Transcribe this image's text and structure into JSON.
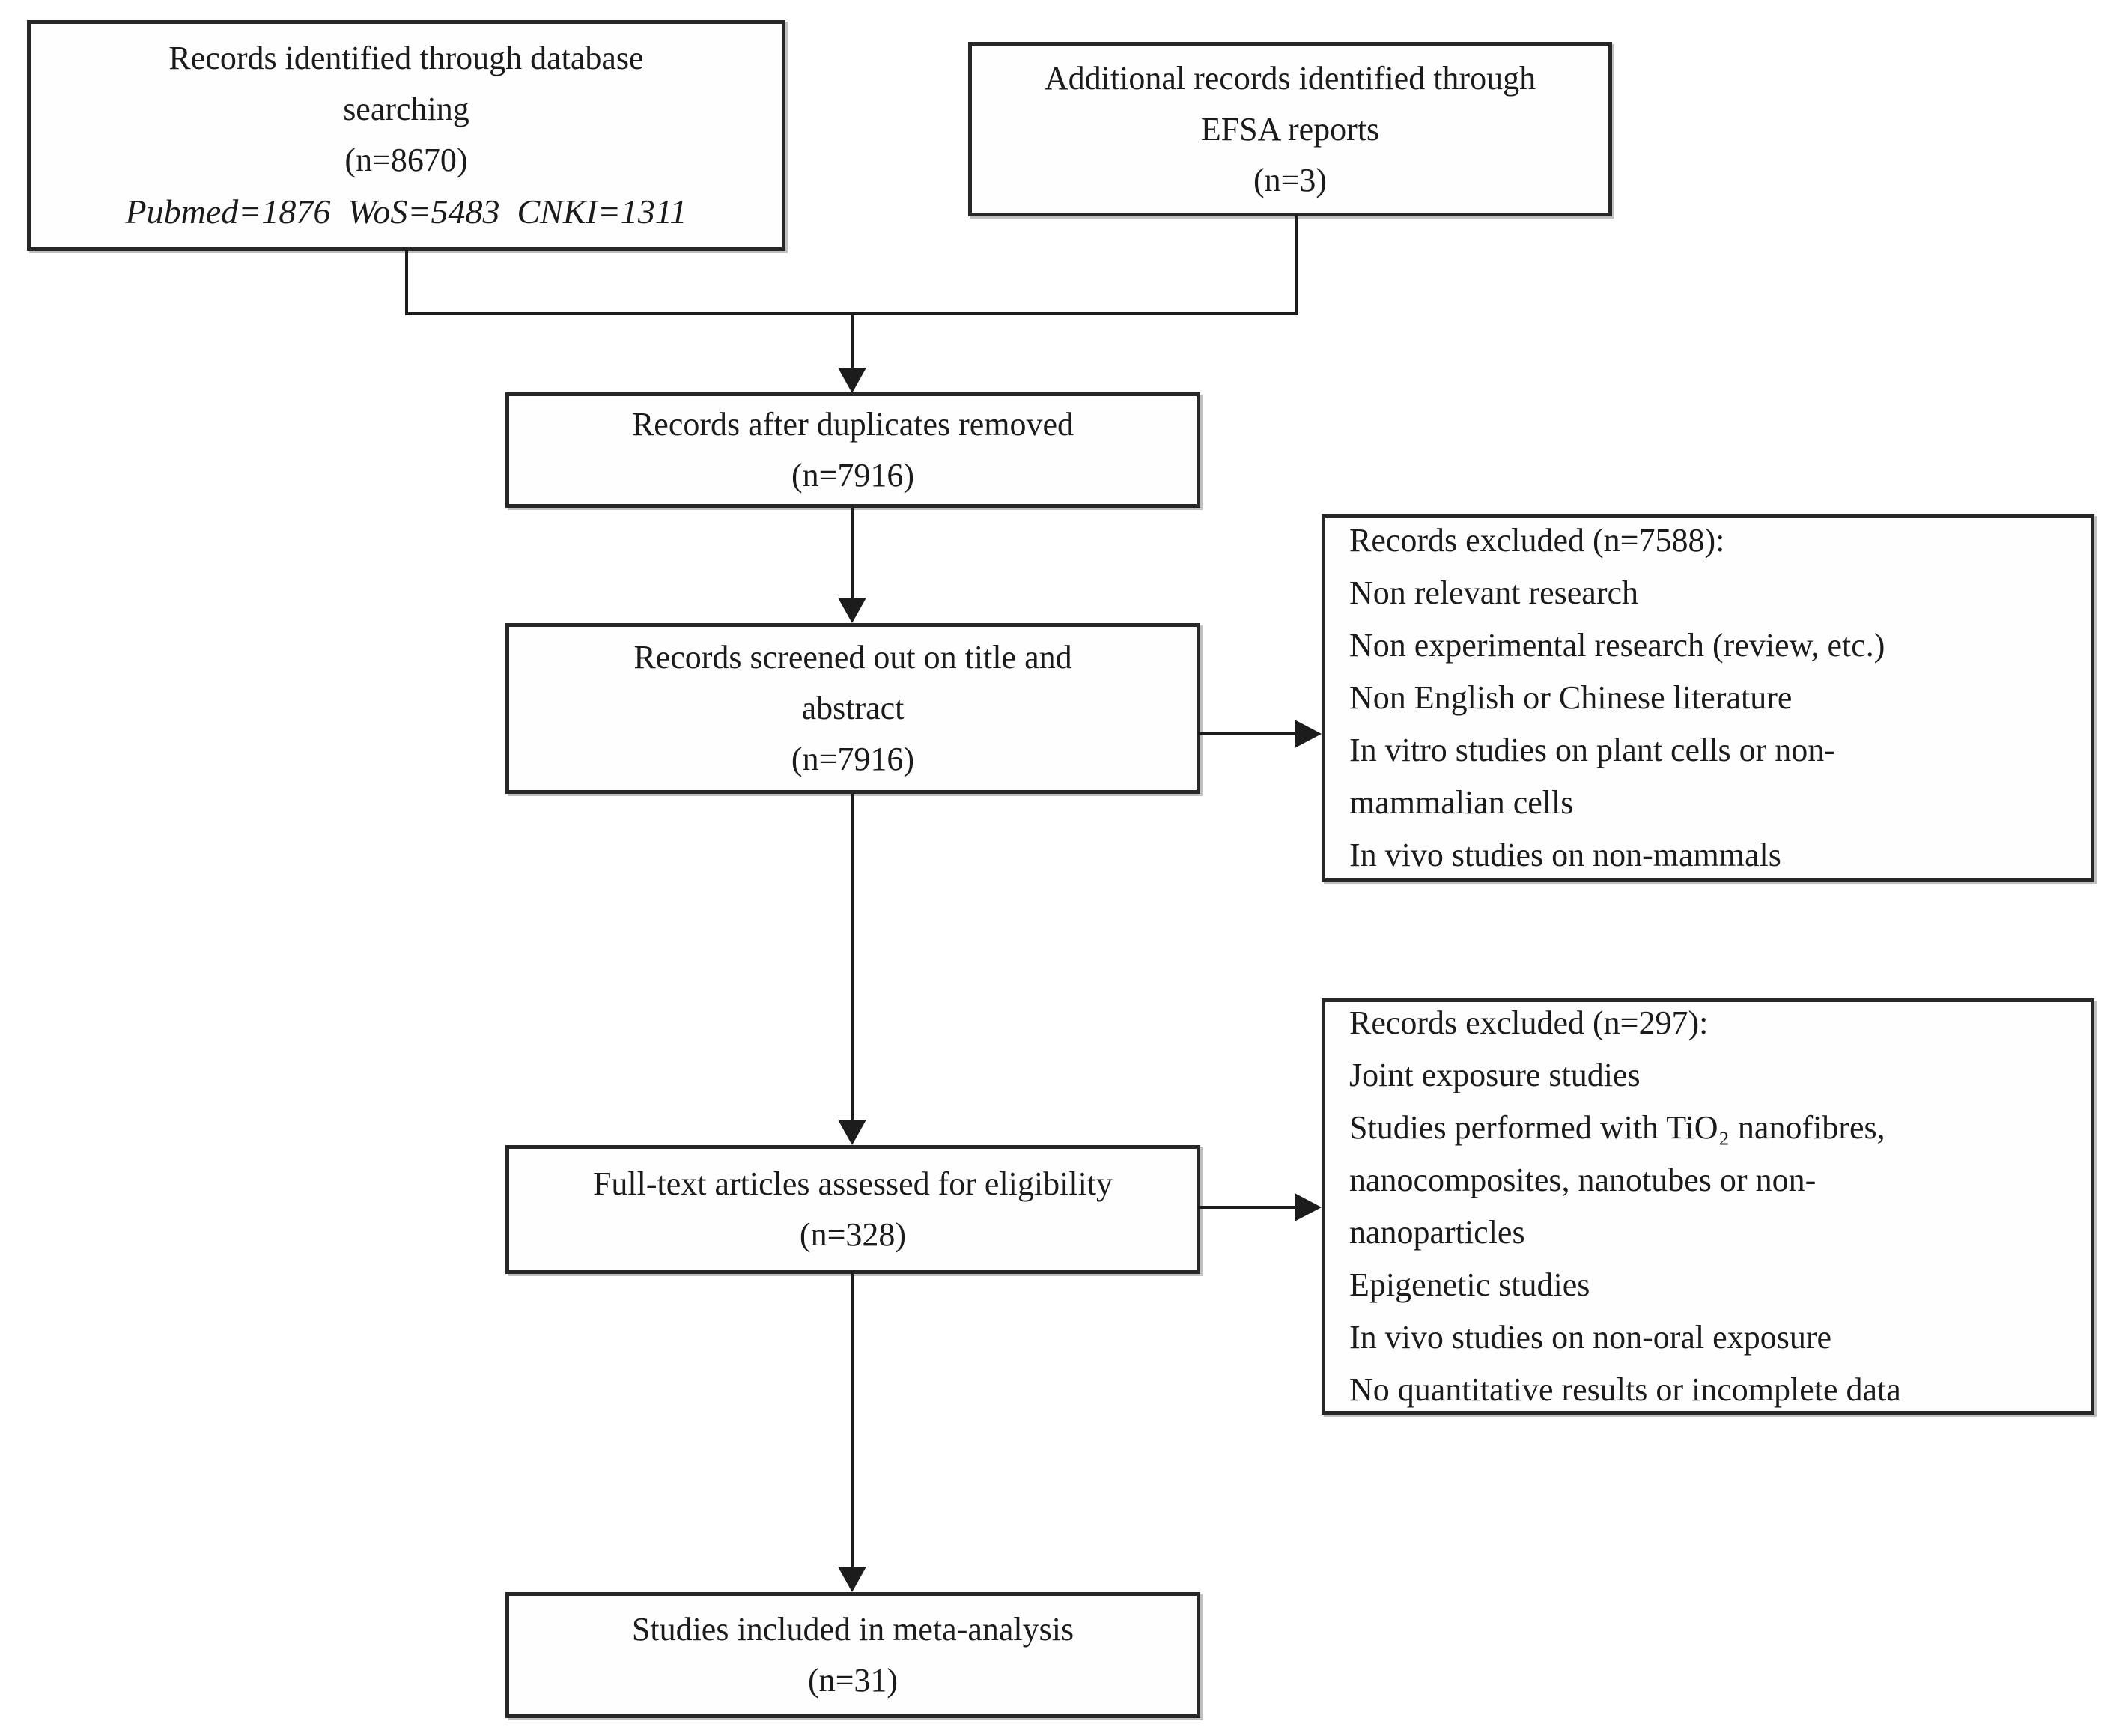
{
  "colors": {
    "ink": "#1c1c1c",
    "paper": "#ffffff"
  },
  "boxes": {
    "identified": {
      "text": "Records identified through database\nsearching\n(n=8670)",
      "sources": "Pubmed=1876  WoS=5483  CNKI=1311",
      "n": 8670,
      "source_counts": {
        "pubmed": 1876,
        "wos": 5483,
        "cnki": 1311
      }
    },
    "additional": {
      "text": "Additional records identified through\nEFSA reports\n(n=3)",
      "n": 3
    },
    "deduplicated": {
      "text": "Records after duplicates removed\n(n=7916)",
      "n": 7916
    },
    "screened": {
      "text": "Records screened out on title and\nabstract\n(n=7916)",
      "n": 7916
    },
    "excluded_screening": {
      "text": "Records excluded (n=7588):\nNon relevant research\nNon experimental research (review, etc.)\nNon English or Chinese literature\nIn vitro studies on plant cells or non-\nmammalian cells\nIn vivo studies on non-mammals",
      "n": 7588
    },
    "fulltext": {
      "text": "Full-text articles assessed for eligibility\n(n=328)",
      "n": 328
    },
    "excluded_fulltext": {
      "text": "Records excluded (n=297):\nJoint exposure studies\nStudies performed with TiO₂ nanofibres,\nnanocomposites, nanotubes or non-\nnanoparticles\nEpigenetic studies\nIn vivo studies on non-oral exposure\nNo quantitative results or incomplete data",
      "n": 297
    },
    "included": {
      "text": "Studies included in meta-analysis\n(n=31)",
      "n": 31
    }
  }
}
